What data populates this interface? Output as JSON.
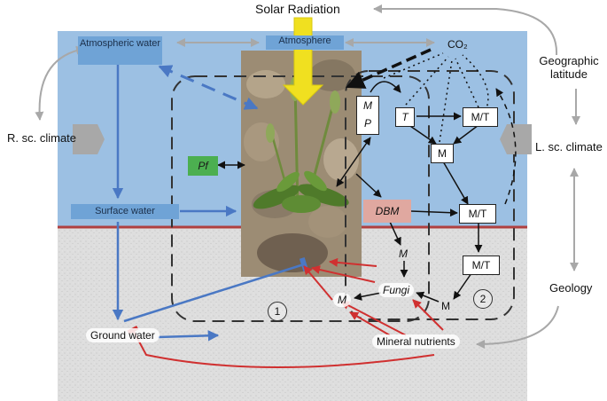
{
  "title": "Solar Radiation",
  "labels": {
    "atmospheric_water": "Atmospheric water",
    "atmosphere": "Atmosphere",
    "co2": "CO₂",
    "geographic_latitude": "Geographic latitude",
    "r_sc_climate": "R. sc. climate",
    "l_sc_climate": "L. sc. climate",
    "surface_water": "Surface water",
    "ground_water": "Ground water",
    "geology": "Geology",
    "mineral_nutrients": "Mineral nutrients"
  },
  "nodes": {
    "pf": "Pf",
    "mp": "M\nP",
    "t": "T",
    "mt_top": "M/T",
    "m_mid": "M",
    "dbm": "DBM",
    "mt_mid": "M/T",
    "m_below_dbm": "M",
    "fungi": "Fungi",
    "mt_low": "M/T",
    "m_right": "M",
    "m_left": "M"
  },
  "circles": {
    "one": "1",
    "two": "2"
  },
  "colors": {
    "sky": "#9cc0e3",
    "ground": "#dcdcdc",
    "horizon": "#b04040",
    "water_arrow": "#4a78c4",
    "nutrient_arrow": "#d03030",
    "grey_arrow": "#a8a8a8",
    "solar_arrow": "#f0e020",
    "pf_box": "#4caf50",
    "dbm_box": "#e0a8a0"
  }
}
